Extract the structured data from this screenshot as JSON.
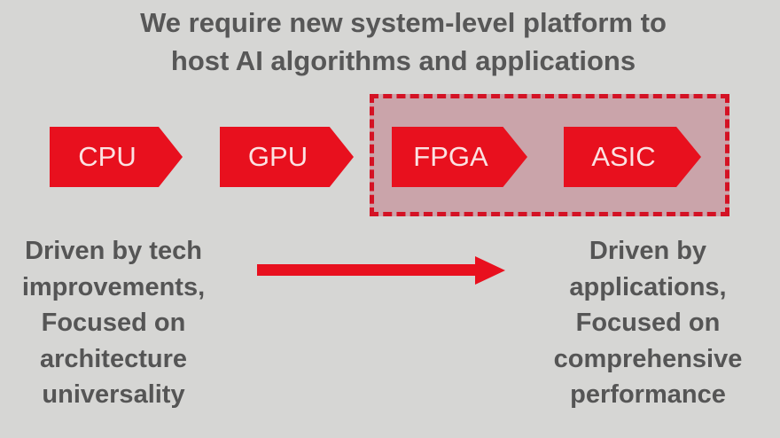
{
  "title": {
    "line1": "We require new system-level platform to",
    "line2": "host AI algorithms and applications"
  },
  "stages": [
    "CPU",
    "GPU",
    "FPGA",
    "ASIC"
  ],
  "left_text": [
    "Driven by tech",
    "improvements,",
    "Focused on",
    "architecture",
    "universality"
  ],
  "right_text": [
    "Driven by",
    "applications,",
    "Focused on",
    "comprehensive",
    "performance"
  ],
  "colors": {
    "accent": "#e8101e",
    "highlight": "#caa4aa",
    "text": "#555555"
  }
}
